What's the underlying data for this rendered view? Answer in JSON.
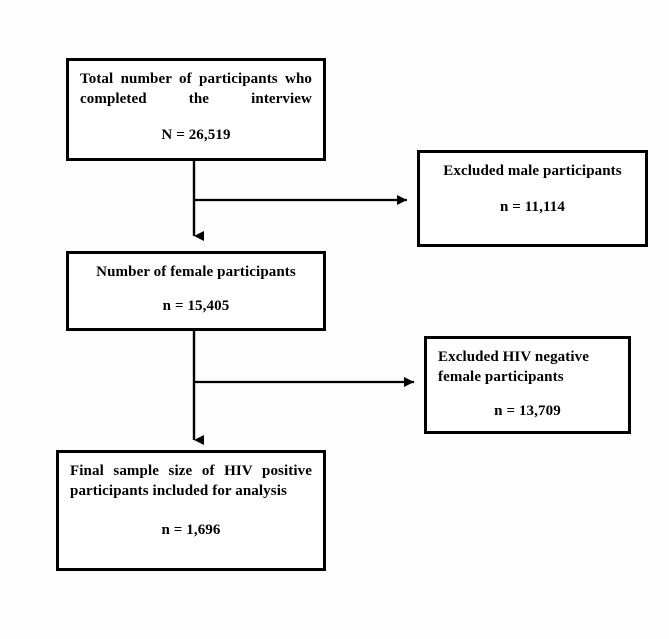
{
  "figure": {
    "type": "flowchart",
    "orientation": "top-to-bottom-with-right-exclusions",
    "background_color": "#fdfdfd",
    "line_color": "#000000",
    "box_fill_color": "#ffffff"
  },
  "nodes": {
    "total_participants": {
      "headline": "Total number of participants who completed the interview",
      "count_label": "N = 26,519",
      "count_prefix": "N",
      "count_value": 26519
    },
    "excluded_male": {
      "headline": "Excluded male participants",
      "count_label": "n = 11,114",
      "count_prefix": "n",
      "count_value": 11114
    },
    "female_participants": {
      "headline": "Number of female participants",
      "count_label": "n = 15,405",
      "count_prefix": "n",
      "count_value": 15405
    },
    "excluded_hiv_negative": {
      "headline": "Excluded HIV negative female participants",
      "count_label": "n = 13,709",
      "count_prefix": "n",
      "count_value": 13709
    },
    "final_sample": {
      "headline": "Final sample size of HIV positive participants included for analysis",
      "count_label": "n = 1,696",
      "count_prefix": "n",
      "count_value": 1696
    }
  },
  "edges": [
    {
      "id": "total-to-female",
      "from": "total_participants",
      "to": "female_participants",
      "direction": "down",
      "arrowhead": "filled-triangle"
    },
    {
      "id": "total-to-excluded-male",
      "from": "total_participants",
      "to": "excluded_male",
      "direction": "right",
      "arrowhead": "filled-triangle"
    },
    {
      "id": "female-to-final",
      "from": "female_participants",
      "to": "final_sample",
      "direction": "down",
      "arrowhead": "filled-triangle"
    },
    {
      "id": "female-to-excluded-hiv-negative",
      "from": "female_participants",
      "to": "excluded_hiv_negative",
      "direction": "right",
      "arrowhead": "filled-triangle"
    }
  ]
}
